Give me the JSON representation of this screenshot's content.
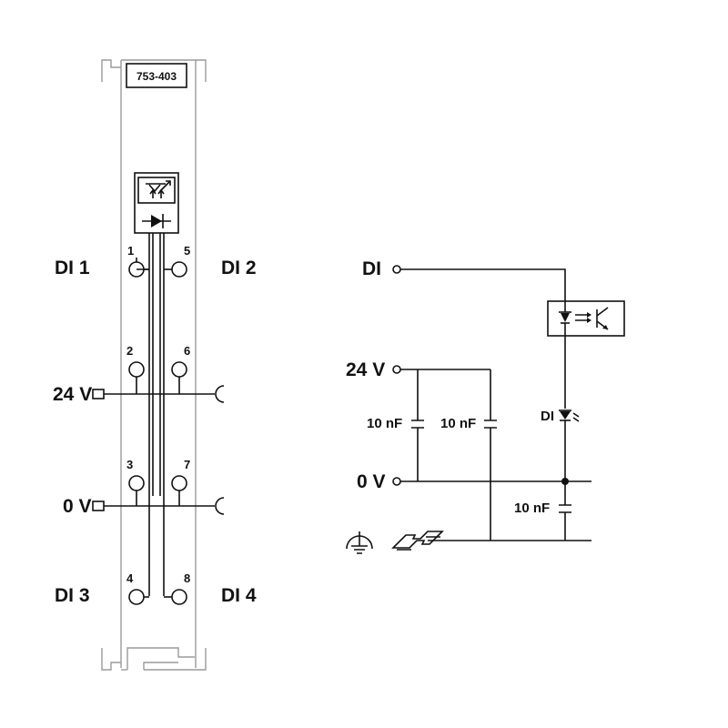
{
  "module": {
    "model": "753-403"
  },
  "terminals": {
    "pins": [
      "1",
      "5",
      "2",
      "6",
      "3",
      "7",
      "4",
      "8"
    ],
    "di1": "DI 1",
    "di2": "DI 2",
    "di3": "DI 3",
    "di4": "DI 4",
    "v24": "24 V",
    "v0": "0 V"
  },
  "circuit": {
    "di_input": "DI",
    "v24": "24 V",
    "v0": "0 V",
    "cap1": "10 nF",
    "cap2": "10 nF",
    "cap3": "10 nF",
    "led": "DI"
  },
  "icons": {
    "optocoupler_module": "optocoupler-icon",
    "diode_module": "diode-icon",
    "ground": "protective-earth-icon",
    "rail": "din-rail-icon"
  },
  "colors": {
    "line": "#111111",
    "module_outline": "#9a9a9a"
  }
}
